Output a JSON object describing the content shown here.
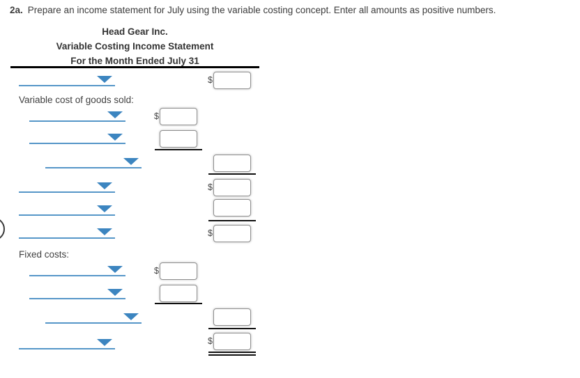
{
  "instruction": {
    "number": "2a.",
    "text": "Prepare an income statement for July using the variable costing concept. Enter all amounts as positive numbers."
  },
  "statement_header": {
    "company": "Head Gear Inc.",
    "title": "Variable Costing Income Statement",
    "period": "For the Month Ended July 31"
  },
  "section_labels": {
    "variable_cogs": "Variable cost of goods sold:",
    "fixed_costs": "Fixed costs:"
  },
  "currency_symbol": "$",
  "inputs": {
    "value": "",
    "placeholder": ""
  },
  "dropdown": {
    "selected_value": "",
    "icon": "triangle-down"
  },
  "colors": {
    "dropdown_underline_blue": "#5596c8",
    "dropdown_arrow_blue": "#3c85c0",
    "rule_black": "#000000",
    "input_border_gray": "#8f8f8f",
    "text_gray": "#3d3d3d"
  }
}
